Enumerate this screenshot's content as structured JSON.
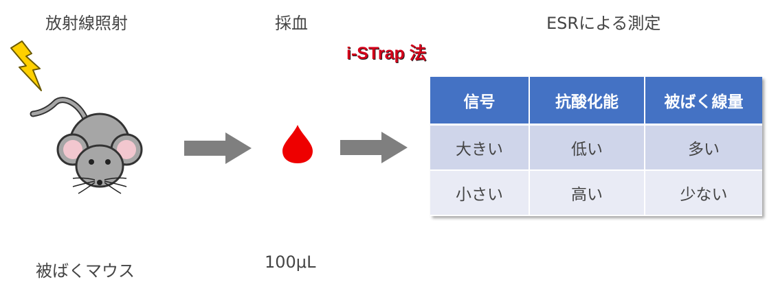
{
  "labels": {
    "irradiation": "放射線照射",
    "sampling": "採血",
    "esr": "ESRによる測定",
    "method": "i-STrap 法",
    "mouse": "被ばくマウス",
    "volume": "100μL"
  },
  "table": {
    "headers": [
      "信号",
      "抗酸化能",
      "被ばく線量"
    ],
    "rows": [
      [
        "大きい",
        "低い",
        "多い"
      ],
      [
        "小さい",
        "高い",
        "少ない"
      ]
    ]
  },
  "colors": {
    "header_bg": "#4472c4",
    "row_a_bg": "#cfd5ea",
    "row_b_bg": "#e9ebf5",
    "method_text": "#d4001a",
    "blood": "#ee0000",
    "lightning": "#ffd000",
    "arrow": "#7f7f7f"
  },
  "icons": {
    "lightning": "lightning-bolt-icon",
    "mouse": "mouse-icon",
    "blood": "blood-drop-icon",
    "arrow": "right-arrow-icon"
  }
}
